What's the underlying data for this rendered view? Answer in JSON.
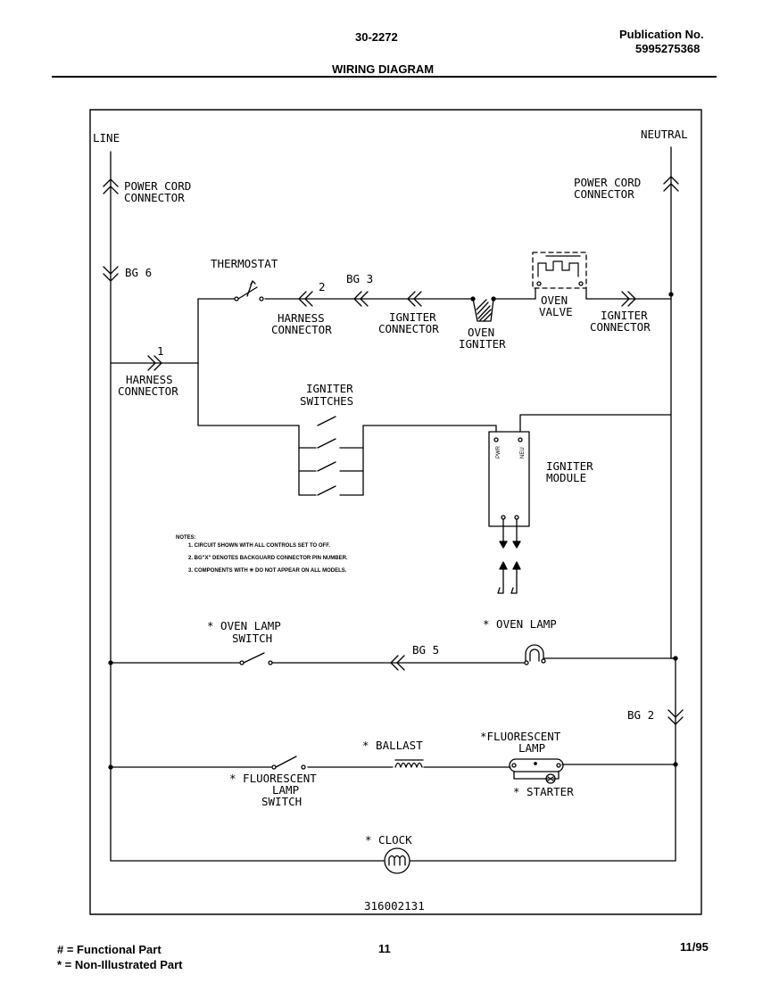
{
  "header": {
    "model": "30-2272",
    "publication_label": "Publication No.",
    "publication_number": "5995275368",
    "title": "WIRING DIAGRAM"
  },
  "diagram": {
    "line": "LINE",
    "neutral": "NEUTRAL",
    "power_cord_connector_left": [
      "POWER CORD",
      "CONNECTOR"
    ],
    "power_cord_connector_right": [
      "POWER CORD",
      "CONNECTOR"
    ],
    "bg6": "BG 6",
    "bg3": "BG 3",
    "bg5": "BG 5",
    "bg2": "BG 2",
    "thermostat": "THERMOSTAT",
    "pin2": "2",
    "pin1": "1",
    "harness_connector_top": [
      "HARNESS",
      "CONNECTOR"
    ],
    "harness_connector_left": [
      "HARNESS",
      "CONNECTOR"
    ],
    "igniter_connector_left": [
      "IGNITER",
      "CONNECTOR"
    ],
    "igniter_connector_right": [
      "IGNITER",
      "CONNECTOR"
    ],
    "oven_igniter": [
      "OVEN",
      "IGNITER"
    ],
    "oven_valve": [
      "OVEN",
      "VALVE"
    ],
    "igniter_switches": [
      "IGNITER",
      "SWITCHES"
    ],
    "igniter_module": [
      "IGNITER",
      "MODULE"
    ],
    "module_pins": [
      "PWR",
      "NEU"
    ],
    "notes": [
      "NOTES:",
      "1.  CIRCUIT SHOWN WITH ALL CONTROLS SET TO OFF.",
      "2.  BG\"X\" DENOTES BACKGUARD CONNECTOR PIN NUMBER.",
      "3.  COMPONENTS WITH ✳ DO NOT APPEAR ON ALL MODELS."
    ],
    "oven_lamp_switch": [
      "* OVEN LAMP",
      "SWITCH"
    ],
    "oven_lamp": "* OVEN LAMP",
    "ballast": "* BALLAST",
    "fluorescent_lamp": [
      "*FLUORESCENT",
      "LAMP"
    ],
    "starter": "* STARTER",
    "fluorescent_lamp_switch": [
      "* FLUORESCENT",
      "LAMP",
      "SWITCH"
    ],
    "clock": "* CLOCK",
    "drawing_number": "316002131"
  },
  "footer": {
    "functional": "# = Functional Part",
    "non_illustrated": "* = Non-Illustrated Part",
    "page": "11",
    "date": "11/95"
  }
}
